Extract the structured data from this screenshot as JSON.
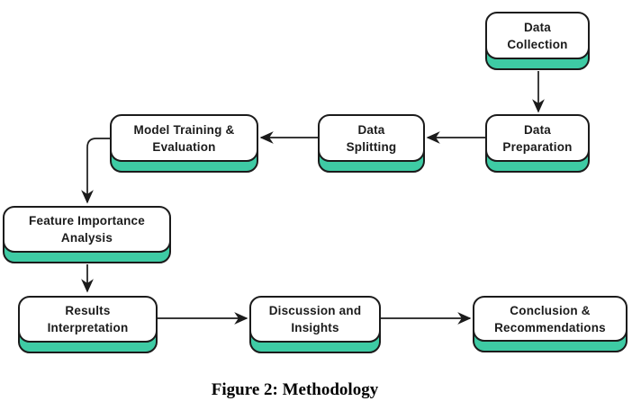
{
  "figure": {
    "caption": "Figure 2: Methodology"
  },
  "colors": {
    "background": "#ffffff",
    "node_fill": "#ffffff",
    "node_accent": "#3ecba4",
    "node_border": "#1b1b1b",
    "arrow": "#1b1b1b",
    "text": "#1b1b1b"
  },
  "nodes": [
    {
      "id": "data-collection",
      "label": "Data\nCollection"
    },
    {
      "id": "data-preparation",
      "label": "Data\nPreparation"
    },
    {
      "id": "data-splitting",
      "label": "Data\nSplitting"
    },
    {
      "id": "model-training-evaluation",
      "label": "Model Training &\nEvaluation"
    },
    {
      "id": "feature-importance-analysis",
      "label": "Feature Importance\nAnalysis"
    },
    {
      "id": "results-interpretation",
      "label": "Results\nInterpretation"
    },
    {
      "id": "discussion-insights",
      "label": "Discussion and\nInsights"
    },
    {
      "id": "conclusion-recommendations",
      "label": "Conclusion &\nRecommendations"
    }
  ],
  "edges": [
    {
      "from": "data-collection",
      "to": "data-preparation"
    },
    {
      "from": "data-preparation",
      "to": "data-splitting"
    },
    {
      "from": "data-splitting",
      "to": "model-training-evaluation"
    },
    {
      "from": "model-training-evaluation",
      "to": "feature-importance-analysis"
    },
    {
      "from": "feature-importance-analysis",
      "to": "results-interpretation"
    },
    {
      "from": "results-interpretation",
      "to": "discussion-insights"
    },
    {
      "from": "discussion-insights",
      "to": "conclusion-recommendations"
    }
  ]
}
